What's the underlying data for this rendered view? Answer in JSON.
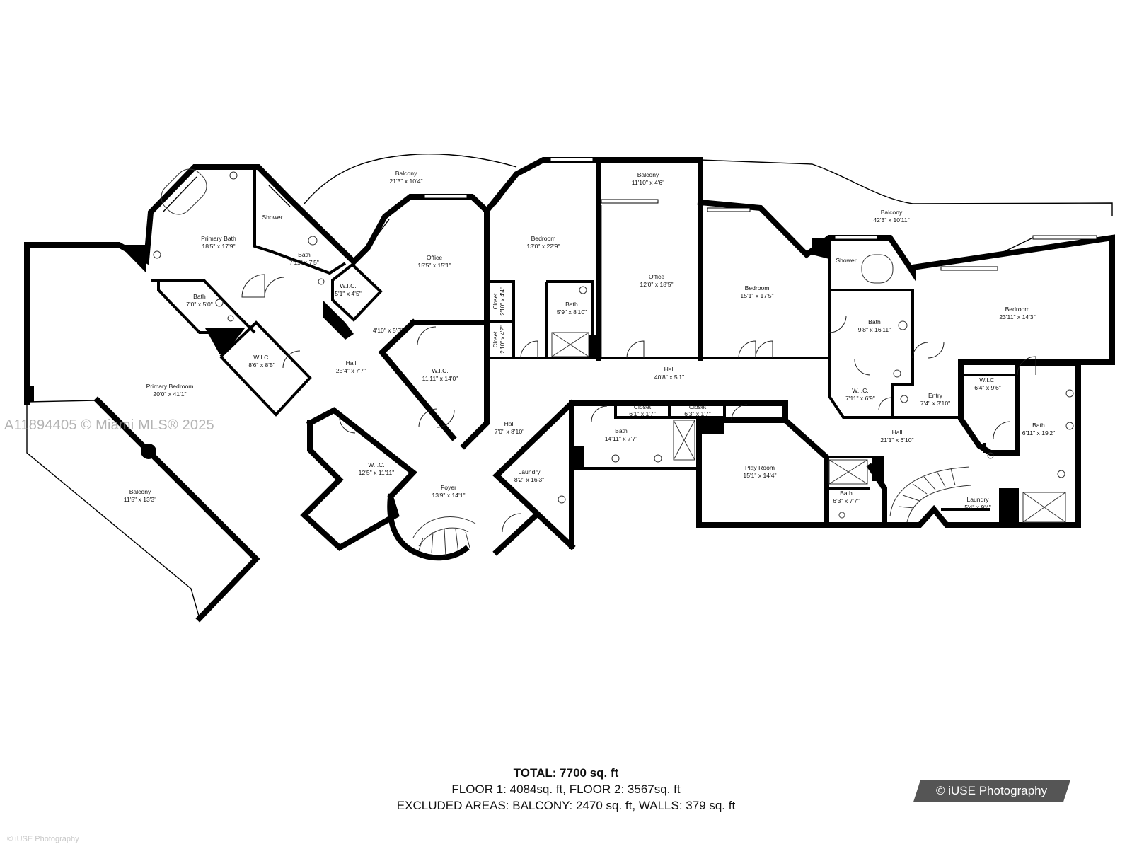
{
  "rooms": [
    {
      "name": "Balcony",
      "dims": "21'3\" x 10'4\""
    },
    {
      "name": "Balcony",
      "dims": "11'10\" x 4'6\""
    },
    {
      "name": "Balcony",
      "dims": "42'3\" x 10'11\""
    },
    {
      "name": "Primary Bath",
      "dims": "18'5\" x 17'9\""
    },
    {
      "name": "Shower",
      "dims": ""
    },
    {
      "name": "Bath",
      "dims": "7'11\" x 7'5\""
    },
    {
      "name": "Office",
      "dims": "15'5\" x 15'1\""
    },
    {
      "name": "Bedroom",
      "dims": "13'0\" x 22'9\""
    },
    {
      "name": "Office",
      "dims": "12'0\" x 18'5\""
    },
    {
      "name": "Bedroom",
      "dims": "15'1\" x 17'5\""
    },
    {
      "name": "Shower",
      "dims": ""
    },
    {
      "name": "Bedroom",
      "dims": "23'11\" x 14'3\""
    },
    {
      "name": "Bath",
      "dims": "7'0\" x 5'0\""
    },
    {
      "name": "W.I.C.",
      "dims": "5'1\" x 4'5\""
    },
    {
      "name": "Bath",
      "dims": "5'9\" x 8'10\""
    },
    {
      "name": "Bath",
      "dims": "9'8\" x 16'11\""
    },
    {
      "name": "",
      "dims": "4'10\" x 5'6\""
    },
    {
      "name": "W.I.C.",
      "dims": "8'6\" x 8'5\""
    },
    {
      "name": "Hall",
      "dims": "25'4\" x 7'7\""
    },
    {
      "name": "W.I.C.",
      "dims": "11'11\" x 14'0\""
    },
    {
      "name": "Hall",
      "dims": "40'8\" x 5'1\""
    },
    {
      "name": "Primary Bedroom",
      "dims": "20'0\" x 41'1\""
    },
    {
      "name": "W.I.C.",
      "dims": "7'11\" x 6'9\""
    },
    {
      "name": "Entry",
      "dims": "7'4\" x 3'10\""
    },
    {
      "name": "W.I.C.",
      "dims": "6'4\" x 9'6\""
    },
    {
      "name": "Closet",
      "dims": "6'1\" x 1'7\""
    },
    {
      "name": "Closet",
      "dims": "6'3\" x 1'7\""
    },
    {
      "name": "Bath",
      "dims": "6'11\" x 19'2\""
    },
    {
      "name": "Hall",
      "dims": "7'0\" x 8'10\""
    },
    {
      "name": "Bath",
      "dims": "14'11\" x 7'7\""
    },
    {
      "name": "Hall",
      "dims": "21'1\" x 6'10\""
    },
    {
      "name": "W.I.C.",
      "dims": "12'5\" x 11'11\""
    },
    {
      "name": "Play Room",
      "dims": "15'1\" x 14'4\""
    },
    {
      "name": "Laundry",
      "dims": "8'2\" x 16'3\""
    },
    {
      "name": "Balcony",
      "dims": "11'5\" x 13'3\""
    },
    {
      "name": "Foyer",
      "dims": "13'9\" x 14'1\""
    },
    {
      "name": "Bath",
      "dims": "6'3\" x 7'7\""
    },
    {
      "name": "Laundry",
      "dims": "5'4\" x 9'4\""
    }
  ],
  "closets_vertical": [
    {
      "name": "Closet",
      "dims": "2'10\" x 4'4\""
    },
    {
      "name": "Closet",
      "dims": "2'10\" x 4'2\""
    }
  ],
  "summary": {
    "total_label": "TOTAL:",
    "total_value": "7700 sq. ft",
    "floors": "FLOOR 1: 4084sq. ft, FLOOR 2:  3567sq. ft",
    "excluded": "EXCLUDED AREAS: BALCONY: 2470 sq. ft, WALLS: 379 sq. ft"
  },
  "watermark": "A11894405 © Miami MLS® 2025",
  "credit": "© iUSE Photography",
  "credit_small": "© iUSE Photography"
}
